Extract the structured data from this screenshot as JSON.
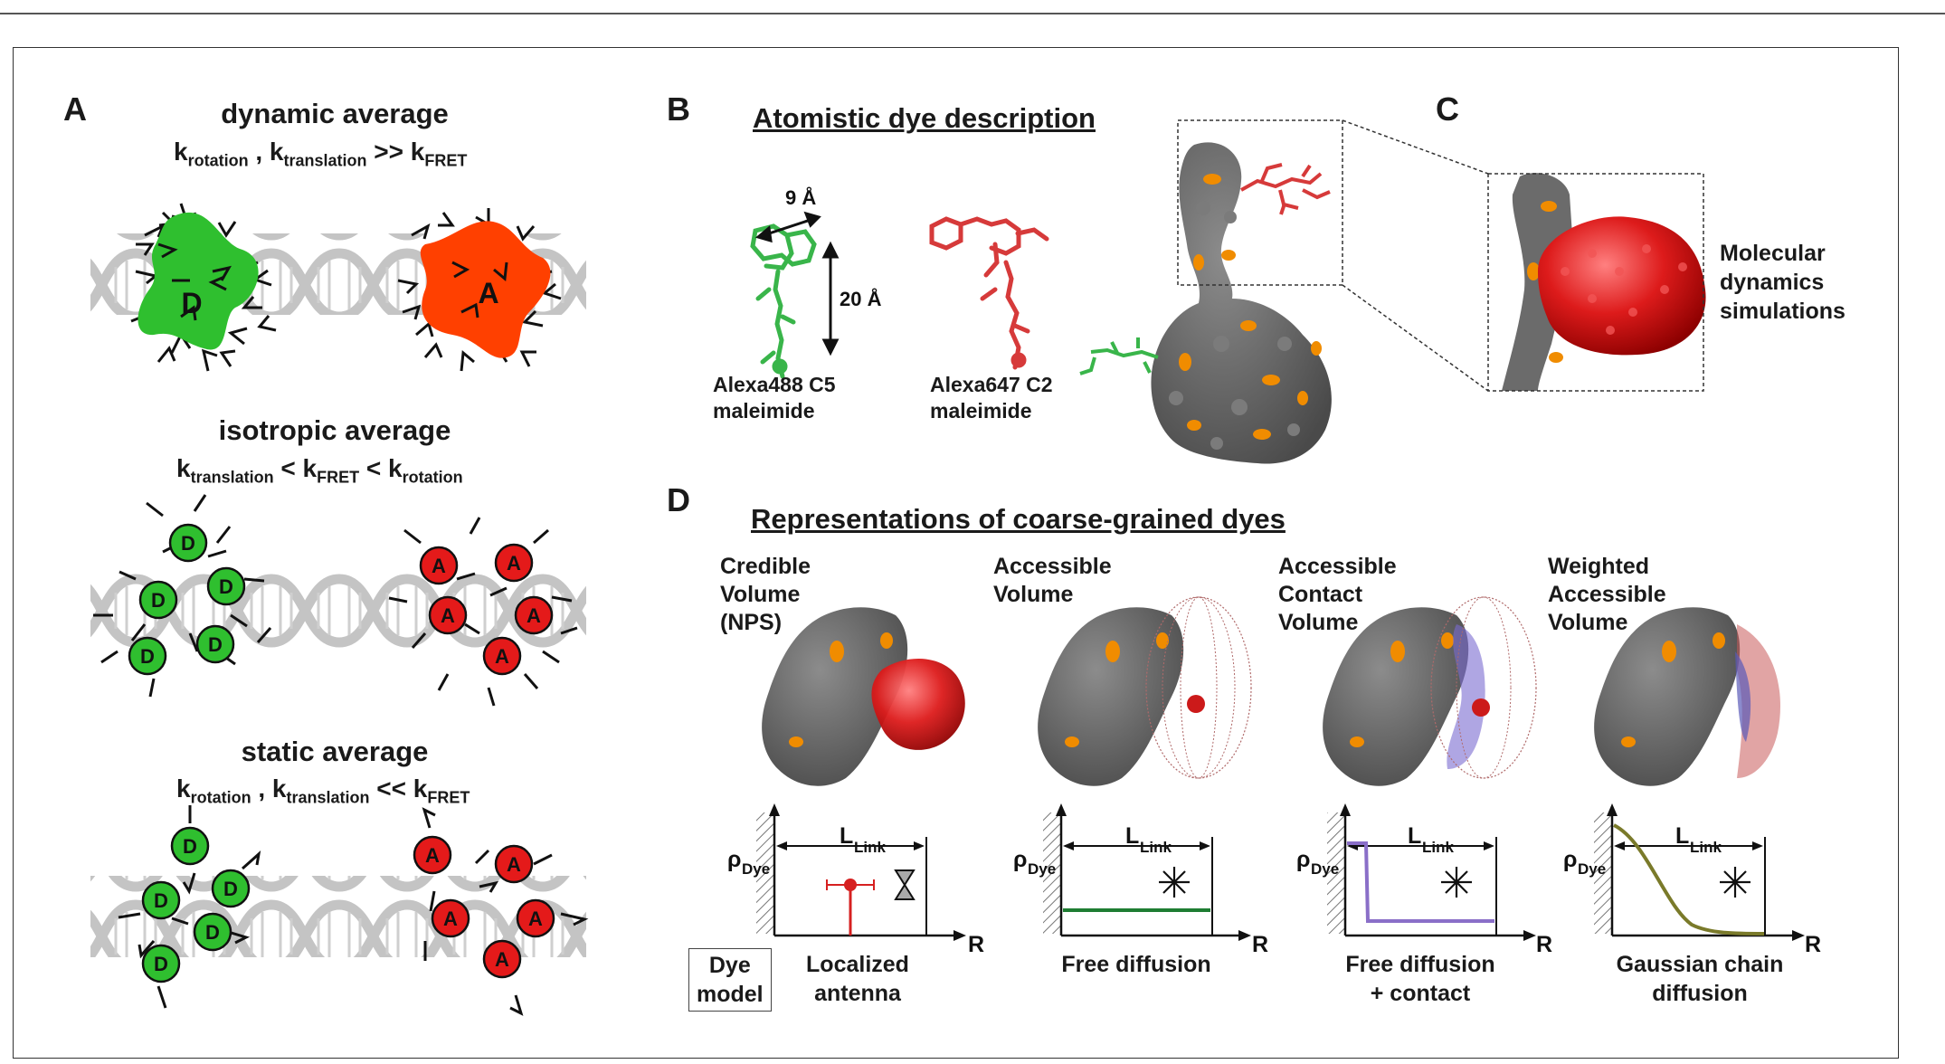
{
  "panelA": {
    "letter": "A",
    "dynamic": {
      "title": "dynamic average",
      "r1": "k",
      "r1s": "rotation",
      "sep": " , ",
      "r2": "k",
      "r2s": "translation",
      "op": " >> ",
      "r3": "k",
      "r3s": "FRET"
    },
    "isotropic": {
      "title": "isotropic average",
      "r1": "k",
      "r1s": "translation",
      "op1": " < ",
      "r2": "k",
      "r2s": "FRET",
      "op2": " < ",
      "r3": "k",
      "r3s": "rotation"
    },
    "static": {
      "title": "static average",
      "r1": "k",
      "r1s": "rotation",
      "sep": " , ",
      "r2": "k",
      "r2s": "translation",
      "op": " << ",
      "r3": "k",
      "r3s": "FRET"
    },
    "donor": "D",
    "acceptor": "A"
  },
  "panelB": {
    "letter": "B",
    "title": "Atomistic dye description",
    "width_label": "9 Å",
    "length_label": "20 Å",
    "dye1_line1": "Alexa488 C5",
    "dye1_line2": "maleimide",
    "dye2_line1": "Alexa647 C2",
    "dye2_line2": "maleimide"
  },
  "panelC": {
    "letter": "C",
    "line1": "Molecular",
    "line2": "dynamics",
    "line3": "simulations"
  },
  "panelD": {
    "letter": "D",
    "title": "Representations of coarse-grained dyes",
    "reps": [
      {
        "l1": "Credible",
        "l2": "Volume",
        "l3": "(NPS)",
        "cap1": "Localized",
        "cap2": "antenna"
      },
      {
        "l1": "Accessible",
        "l2": "Volume",
        "l3": "",
        "cap1": "Free diffusion",
        "cap2": ""
      },
      {
        "l1": "Accessible",
        "l2": "Contact",
        "l3": "Volume",
        "cap1": "Free diffusion",
        "cap2": "+ contact"
      },
      {
        "l1": "Weighted",
        "l2": "Accessible",
        "l3": "Volume",
        "cap1": "Gaussian chain",
        "cap2": "diffusion"
      }
    ],
    "rho": "ρ",
    "rho_sub": "Dye",
    "llink": "L",
    "llink_sub": "Link",
    "r_axis": "R",
    "dye_model_l1": "Dye",
    "dye_model_l2": "model"
  },
  "colors": {
    "donor": "#2fbf2f",
    "acceptor": "#e41a1a",
    "acceptor_dynamic": "#ff4000",
    "protein": "#6b6b6b",
    "patch": "#f08c00",
    "dna": "#c4c4c4",
    "green_line": "#1e7d32",
    "purple_line": "#8a6fc8",
    "olive_line": "#7a7a2a"
  }
}
